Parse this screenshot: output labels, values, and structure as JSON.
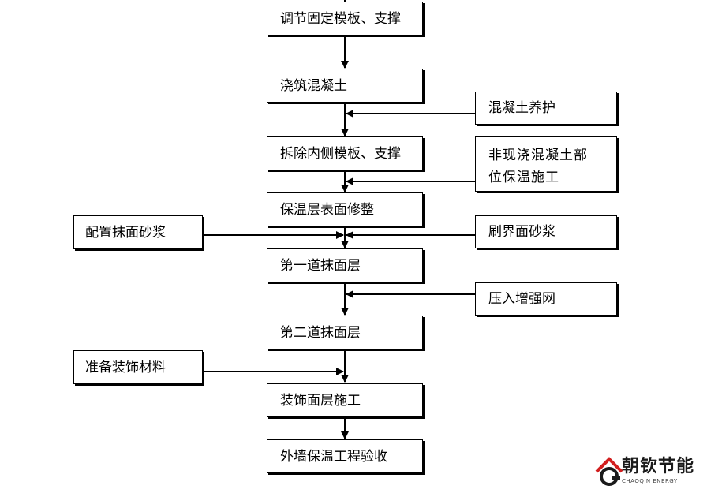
{
  "flow": {
    "main_steps": [
      "调节固定模板、支撑",
      "浇筑混凝土",
      "拆除内侧模板、支撑",
      "保温层表面修整",
      "第一道抹面层",
      "第二道抹面层",
      "装饰面层施工",
      "外墙保温工程验收"
    ],
    "right_inputs": [
      "混凝土养护",
      "非现浇混凝土部",
      "位保温施工",
      "刷界面砂浆",
      "压入增强网"
    ],
    "left_inputs": [
      "配置抹面砂浆",
      "准备装饰材料"
    ]
  },
  "logo": {
    "name": "朝钦节能",
    "subtitle": "CHAOQIN ENERGY"
  },
  "colors": {
    "line": "#000000",
    "box_border": "#000000",
    "logo_red": "#d21f1f"
  }
}
